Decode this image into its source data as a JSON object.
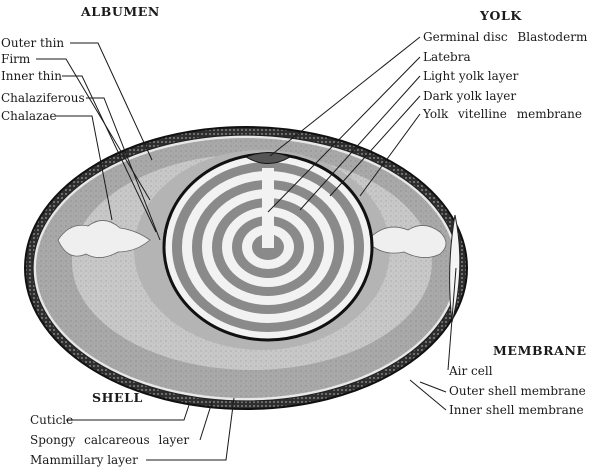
{
  "headings": {
    "albumen": "ALBUMEN",
    "yolk": "YOLK",
    "membrane": "MEMBRANE",
    "shell": "SHELL"
  },
  "albumen_labels": {
    "outer_thin": "Outer thin",
    "firm": "Firm",
    "inner_thin": "Inner thin",
    "chalaziferous": "Chalaziferous",
    "chalazae": "Chalazae"
  },
  "yolk_labels": {
    "germinal_disc": "Germinal disc",
    "blastoderm": "Blastoderm",
    "latebra": "Latebra",
    "light_yolk": "Light yolk layer",
    "dark_yolk": "Dark yolk layer",
    "vitelline": "Yolk vitelline membrane"
  },
  "membrane_labels": {
    "air_cell": "Air cell",
    "outer_shell_membrane": "Outer shell membrane",
    "inner_shell_membrane": "Inner shell membrane"
  },
  "shell_labels": {
    "cuticle": "Cuticle",
    "spongy": "Spongy calcareous layer",
    "mammillary": "Mammillary layer"
  },
  "colors": {
    "shell_band": "#3c3c3c",
    "outer_thin_albumen": "#a9a9a9",
    "firm_albumen": "#c8c8c8",
    "inner_albumen": "#b4b4b4",
    "yolk_dark_ring": "#8a8a8a",
    "yolk_light_ring": "#f2f2f2",
    "chalazae": "#efefef",
    "line": "#1a1a1a"
  }
}
